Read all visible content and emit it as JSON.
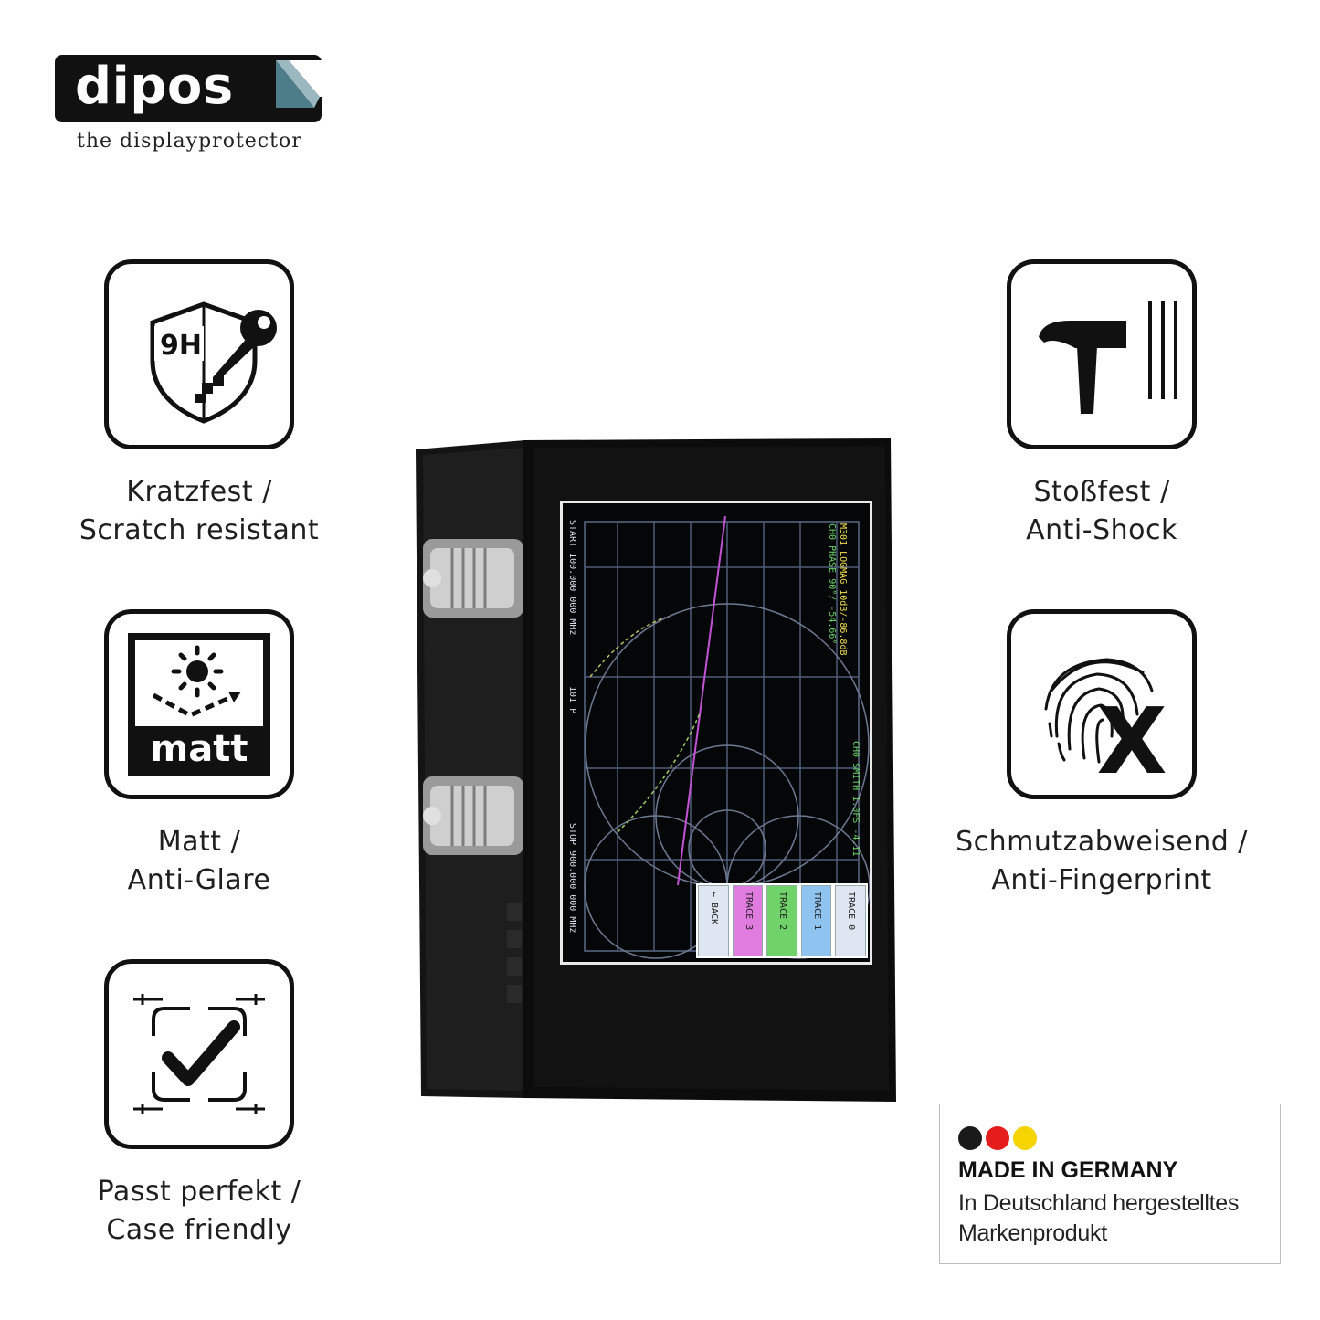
{
  "brand": {
    "name": "dipos",
    "tagline": "the displayprotector"
  },
  "features": {
    "scratch": {
      "icon": "shield-key-9h-icon",
      "badge": "9H",
      "line1": "Kratzfest /",
      "line2": "Scratch resistant"
    },
    "matt": {
      "icon": "sun-matt-icon",
      "badge": "matt",
      "line1": "Matt /",
      "line2": "Anti-Glare"
    },
    "case": {
      "icon": "checkmark-frame-icon",
      "line1": "Passt perfekt /",
      "line2": "Case friendly"
    },
    "shock": {
      "icon": "hammer-icon",
      "line1": "Stoßfest /",
      "line2": "Anti-Shock"
    },
    "fingerprint": {
      "icon": "fingerprint-x-icon",
      "line1": "Schmutzabweisend /",
      "line2": "Anti-Fingerprint"
    }
  },
  "device": {
    "screen_left_text": "START 100.000 000 MHz",
    "screen_mid_text": "101 P",
    "screen_bottom_text": "STOP 900.000 000 MHz",
    "screen_header1": "M301 LOGMAG 10dB/-86.8dB",
    "screen_header2": "CH0 PHASE 90°/ -54.66°",
    "screen_header3": "CH0 SMITH 1.0FS -4.11",
    "menu": [
      "TRACE 0",
      "TRACE 1",
      "TRACE 2",
      "TRACE 3",
      "← BACK"
    ],
    "menu_colors": [
      "#dfe6f2",
      "#8fc3f0",
      "#6fd36a",
      "#e07be0",
      "#dfe6f2"
    ]
  },
  "origin": {
    "flag_colors": [
      "#1a1a1a",
      "#e41c1c",
      "#f5d400"
    ],
    "title": "MADE IN GERMANY",
    "subtitle": "In Deutschland hergestelltes Markenprodukt"
  }
}
